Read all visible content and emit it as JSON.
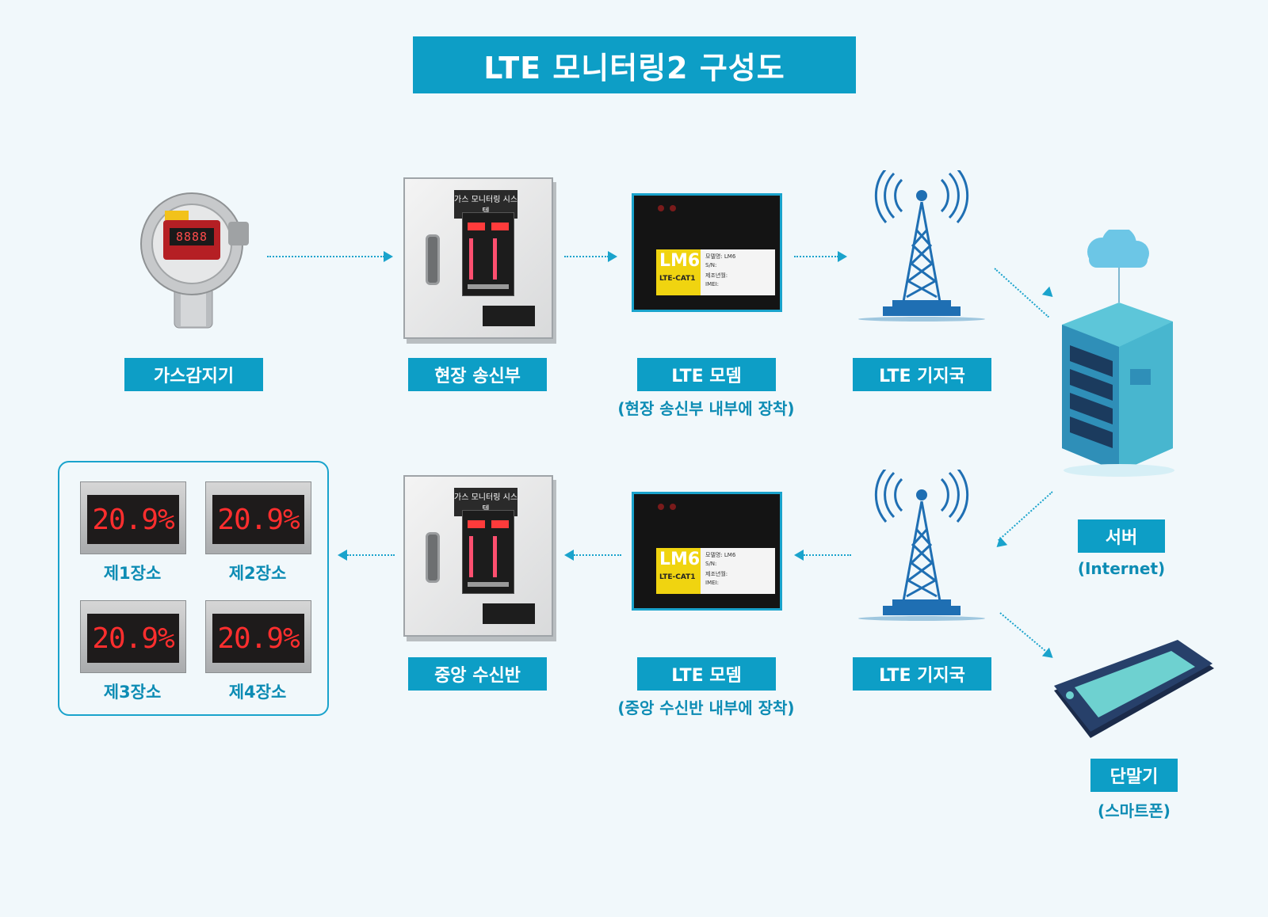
{
  "title": "LTE 모니터링2 구성도",
  "top_row": {
    "gas_detector": {
      "label": "가스감지기",
      "display": "8888"
    },
    "field_transmitter": {
      "label": "현장 송신부",
      "panel_title": "가스 모니터링 시스템"
    },
    "lte_modem": {
      "label": "LTE 모뎀",
      "note": "(현장 송신부 내부에 장착)",
      "model": "LM6",
      "type": "LTE-CAT1",
      "fields": [
        "모델명: LM6",
        "S/N:",
        "제조년월:",
        "IMEI:"
      ]
    },
    "base_station": {
      "label": "LTE 기지국"
    }
  },
  "server": {
    "label": "서버",
    "note": "(Internet)"
  },
  "terminal": {
    "label": "단말기",
    "note": "(스마트폰)"
  },
  "bottom_row": {
    "base_station": {
      "label": "LTE 기지국"
    },
    "lte_modem": {
      "label": "LTE 모뎀",
      "note": "(중앙 수신반 내부에 장착)",
      "model": "LM6",
      "type": "LTE-CAT1",
      "fields": [
        "모델명: LM6",
        "S/N:",
        "제조년월:",
        "IMEI:"
      ]
    },
    "central_receiver": {
      "label": "중앙 수신반",
      "panel_title": "가스 모니터링 시스템"
    }
  },
  "locations": [
    {
      "reading": "20.9%",
      "name": "제1장소"
    },
    {
      "reading": "20.9%",
      "name": "제2장소"
    },
    {
      "reading": "20.9%",
      "name": "제3장소"
    },
    {
      "reading": "20.9%",
      "name": "제4장소"
    }
  ],
  "colors": {
    "accent": "#0d9ec6",
    "background": "#f1f8fb",
    "tower": "#1f6fb3",
    "led": "#ff2e2e"
  }
}
